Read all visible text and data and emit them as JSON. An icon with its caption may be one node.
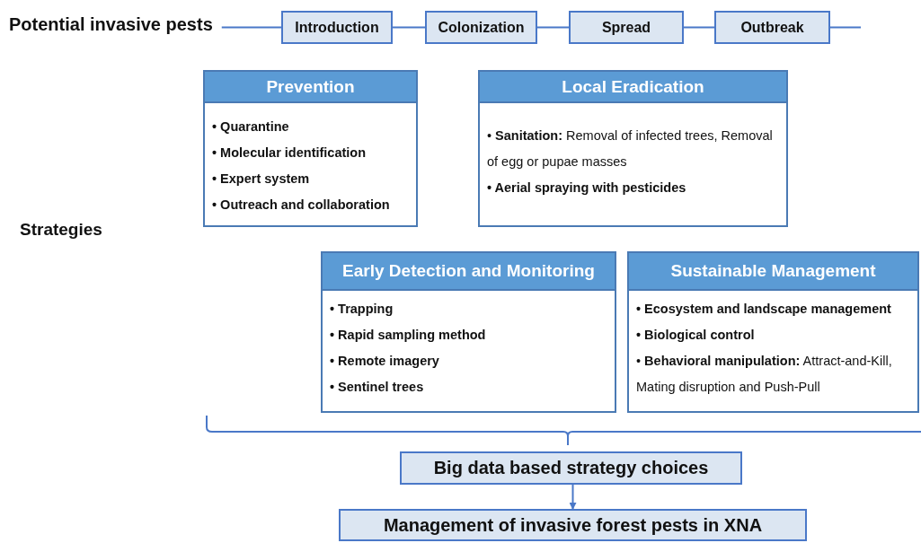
{
  "diagram": {
    "nodes": [
      {
        "text": [
          "Potential invasive pests"
        ]
      },
      {
        "text": [
          "Introduction"
        ]
      },
      {
        "text": [
          "Colonization"
        ]
      },
      {
        "text": [
          "Spread"
        ]
      },
      {
        "text": [
          "Outbreak"
        ]
      },
      {
        "text": [
          "Prevention",
          "• Quarantine",
          "• Molecular identification",
          "• Expert system",
          "• Outreach and collaboration"
        ]
      },
      {
        "text": [
          "Local Eradication",
          "• **Sanitation:** Removal of infected trees, Removal of egg or pupae masses",
          "• Aerial spraying with pesticides"
        ]
      },
      {
        "text": [
          "Early Detection and Monitoring",
          "• Trapping",
          "• Rapid sampling method",
          "• Remote imagery",
          "• Sentinel trees"
        ]
      },
      {
        "text": [
          "Sustainable Management",
          "• Ecosystem and landscape management",
          "• Biological control",
          "• **Behavioral manipulation:** Attract-and-Kill, Mating disruption and Push-Pull"
        ]
      },
      {
        "text": [
          "Big data based strategy choices"
        ]
      },
      {
        "text": [
          "Management of invasive forest pests in XNA"
        ]
      }
    ],
    "edges": [
      {
        "from": 0,
        "to": 1,
        "arrow": "none"
      },
      {
        "from": 1,
        "to": 2,
        "arrow": "none"
      },
      {
        "from": 2,
        "to": 3,
        "arrow": "none"
      },
      {
        "from": 3,
        "to": 4,
        "arrow": "none"
      },
      {
        "from": 4,
        "to": null,
        "arrow": "none"
      },
      {
        "from": 9,
        "to": 10,
        "arrow": "to"
      }
    ],
    "labels": [
      "Strategies"
    ]
  }
}
